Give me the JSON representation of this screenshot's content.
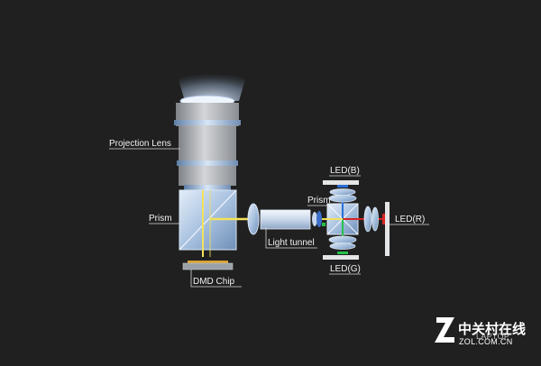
{
  "labels": {
    "projection_lens": "Projection Lens",
    "prism_main": "Prism",
    "light_tunnel": "Light tunnel",
    "dmd_chip": "DMD Chip",
    "prism_led": "Prism",
    "led_b": "LED(B)",
    "led_r": "LED(R)",
    "led_g": "LED(G)"
  },
  "watermark": {
    "cn": "中关村在线",
    "en": "ZOL.COM.CN",
    "overlay": "LAPTOP"
  },
  "colors": {
    "background": "#202020",
    "glass": "#bcd0e8",
    "lens_body": "#b5b7bb",
    "dmd_gold": "#d9a233",
    "beam_yellow": "#f2e25a",
    "led_blue": "#2b6fd6",
    "led_red": "#d62424",
    "led_green": "#25c04a",
    "label_text": "#f2f2f2",
    "leader_line": "#d8d8d8"
  }
}
